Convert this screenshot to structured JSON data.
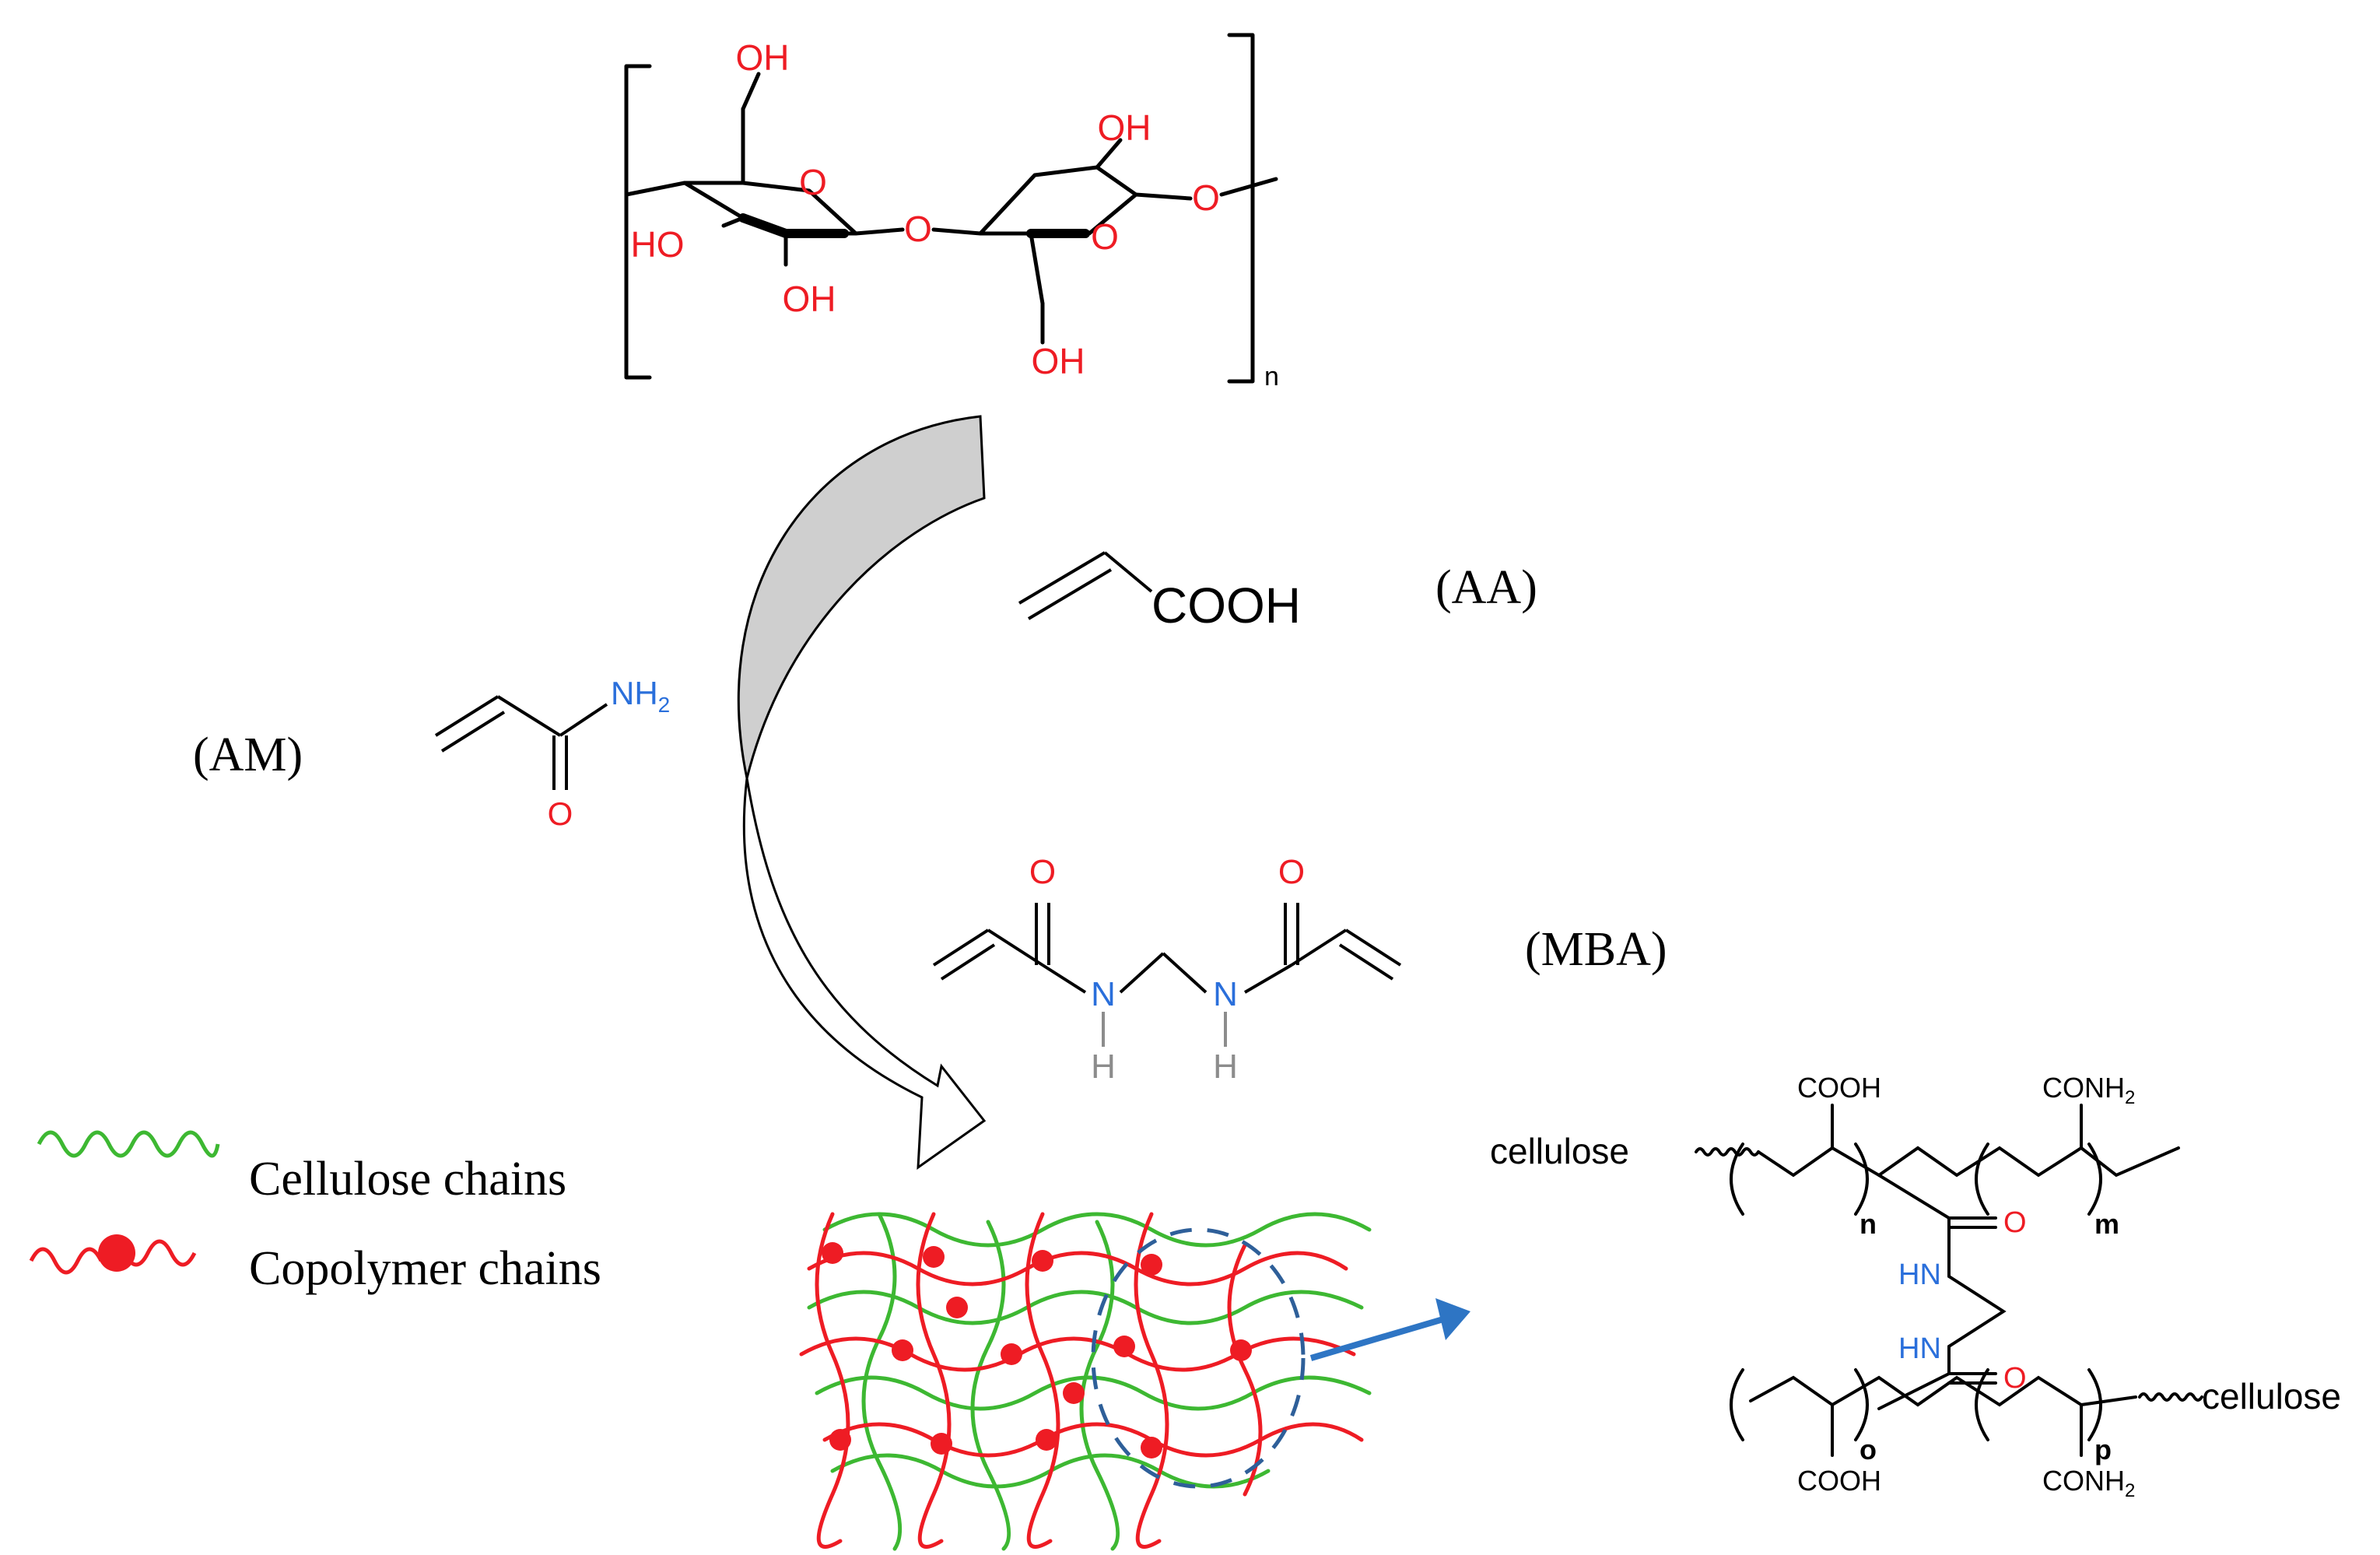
{
  "cellulose": {
    "atoms": {
      "oh_top": "OH",
      "oh_right_top": "OH",
      "ring_o_left": "O",
      "ring_o_right": "O",
      "bridge_o": "O",
      "end_o": "O",
      "ho_left": "HO",
      "oh_bottom_left": "OH",
      "oh_bottom_right": "OH"
    },
    "repeat_subscript": "n"
  },
  "monomers": {
    "aa": {
      "group": "COOH",
      "label": "(AA)"
    },
    "am": {
      "amine": "NH",
      "amine_sub": "2",
      "oxygen": "O",
      "label": "(AM)"
    },
    "mba": {
      "o1": "O",
      "o2": "O",
      "n1": "N",
      "n2": "N",
      "h1": "H",
      "h2": "H",
      "label": "(MBA)"
    }
  },
  "legend": {
    "items": [
      {
        "label": "Cellulose chains",
        "color": "#3db832"
      },
      {
        "label": "Copolymer chains",
        "color": "#ee1c24"
      }
    ]
  },
  "product": {
    "cellulose_left": "cellulose",
    "cellulose_right": "cellulose",
    "cooh_top": "COOH",
    "conh2_top": "CONH",
    "conh2_top_sub": "2",
    "cooh_bottom": "COOH",
    "conh2_bottom": "CONH",
    "conh2_bottom_sub": "2",
    "sub_n": "n",
    "sub_m": "m",
    "sub_o": "o",
    "sub_p": "p",
    "o_upper": "O",
    "o_lower": "O",
    "hn_upper": "HN",
    "hn_lower": "HN"
  },
  "colors": {
    "oxygen": "#ee1c24",
    "nitrogen": "#2a6fdb",
    "hydrogen": "#8c8c8c",
    "arrow_fill": "#cfcfcf",
    "pointer_arrow": "#2e75c4",
    "dashed_ellipse": "#2e5f99",
    "cellulose_chain": "#3db832",
    "copolymer_chain": "#ee1c24"
  }
}
